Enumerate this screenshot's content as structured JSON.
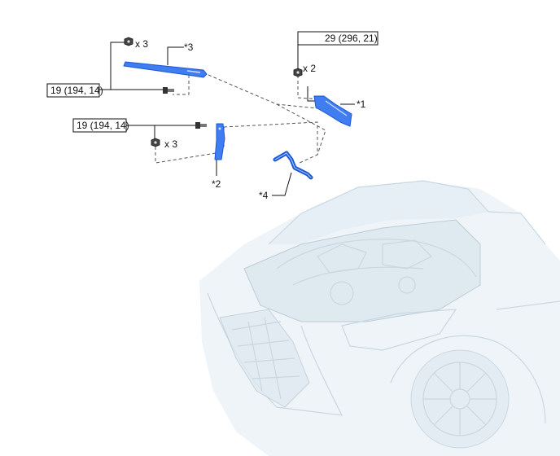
{
  "torque_labels": {
    "upper_left": "19 (194, 14)",
    "middle_left": "19 (194, 14)",
    "upper_right": "29 (296, 21)"
  },
  "quantity_labels": {
    "nuts_part3": "x 3",
    "nuts_part2": "x 3",
    "nuts_part1": "x 2"
  },
  "part_labels": {
    "part1": "*1",
    "part2": "*2",
    "part3": "*3",
    "part4": "*4"
  },
  "colors": {
    "part_blue": "#3f7df0",
    "part_outline": "#1a56d6",
    "vehicle_tint": "#eef4f8"
  },
  "icons": {
    "nut": "hex-nut-icon",
    "bolt": "flange-bolt-icon"
  }
}
